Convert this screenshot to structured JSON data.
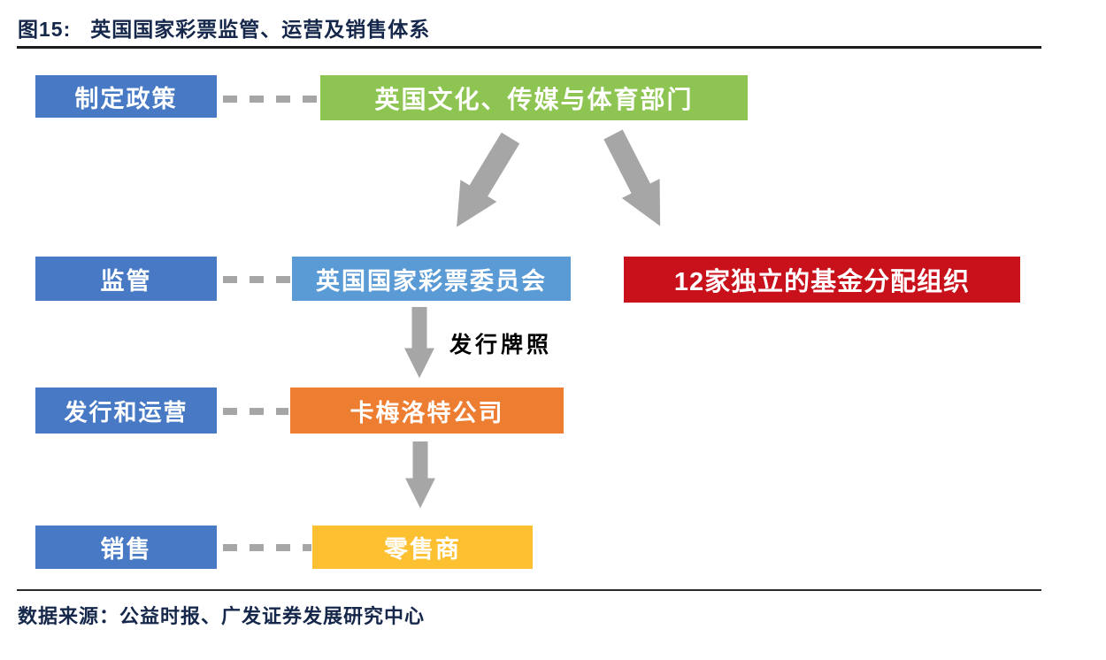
{
  "figure": {
    "label": "图15:",
    "title": "英国国家彩票监管、运营及销售体系"
  },
  "stages": [
    {
      "id": "policy",
      "label": "制定政策"
    },
    {
      "id": "regulation",
      "label": "监管"
    },
    {
      "id": "operation",
      "label": "发行和运营"
    },
    {
      "id": "sales",
      "label": "销售"
    }
  ],
  "entities": {
    "dcms": "英国文化、传媒与体育部门",
    "commission": "英国国家彩票委员会",
    "funds": "12家独立的基金分配组织",
    "camelot": "卡梅洛特公司",
    "retailers": "零售商"
  },
  "annotations": {
    "license": "发行牌照"
  },
  "source": "数据来源：公益时报、广发证券发展研究中心",
  "colors": {
    "stage_blue": "#4779C4",
    "green": "#8EC552",
    "light_blue": "#5B9BD5",
    "red": "#C9111B",
    "orange": "#ED7D31",
    "yellow": "#FDC031",
    "arrow_gray": "#A6A6A6",
    "ink_navy": "#15274A"
  }
}
